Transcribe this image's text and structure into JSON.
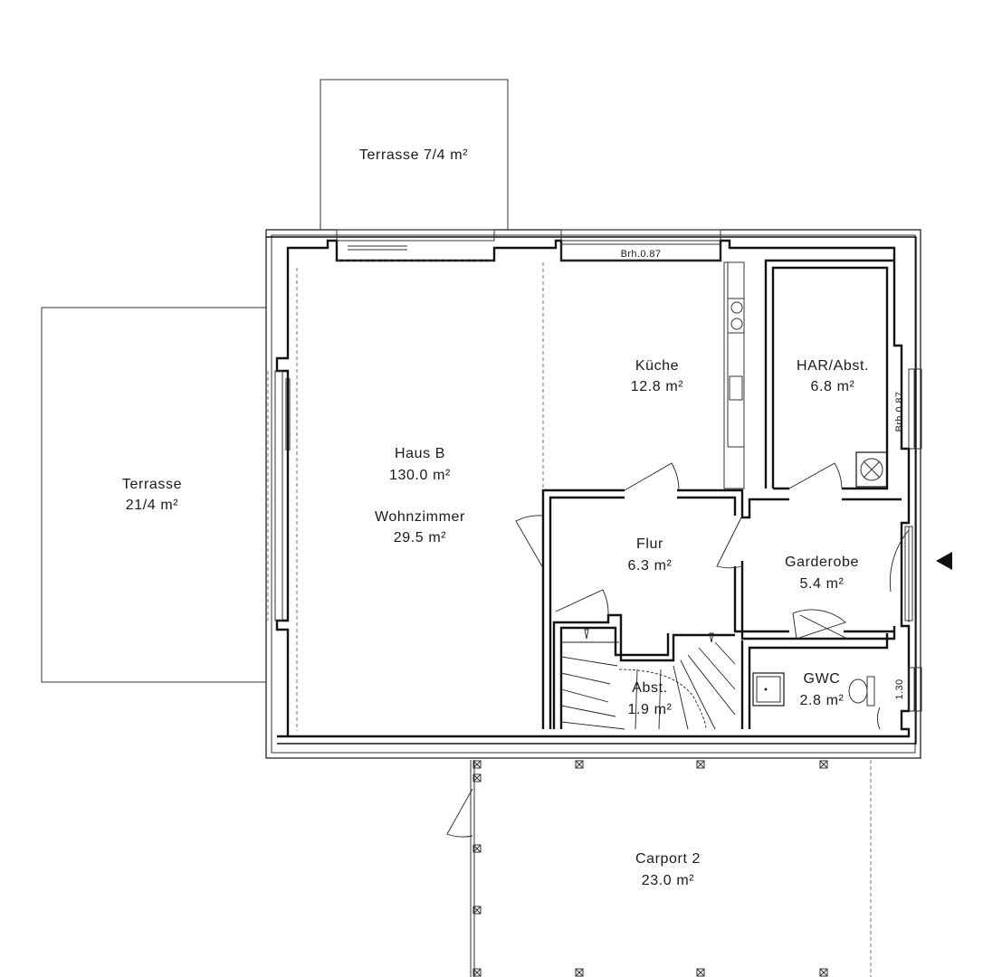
{
  "rooms": {
    "terrasse_top": {
      "name": "Terrasse 7/4 m²"
    },
    "terrasse_left": {
      "name": "Terrasse",
      "area": "21/4 m²"
    },
    "wohnzimmer": {
      "title": "Haus B",
      "total": "130.0 m²",
      "name": "Wohnzimmer",
      "area": "29.5 m²"
    },
    "kueche": {
      "name": "Küche",
      "area": "12.8 m²"
    },
    "har": {
      "name": "HAR/Abst.",
      "area": "6.8 m²"
    },
    "flur": {
      "name": "Flur",
      "area": "6.3 m²"
    },
    "garderobe": {
      "name": "Garderobe",
      "area": "5.4 m²"
    },
    "gwc": {
      "name": "GWC",
      "area": "2.8 m²"
    },
    "abst": {
      "name": "Abst.",
      "area": "1.9 m²"
    },
    "carport": {
      "name": "Carport 2",
      "area": "23.0 m²"
    }
  },
  "annotations": {
    "window_top": "Brh.0.87",
    "window_right": "Brh.0.87",
    "window_gwc": "1.30"
  },
  "icons": {
    "entrance": "entrance-arrow-icon",
    "ventilation": "ventilation-icon",
    "stove": "stove-icon",
    "sink": "sink-icon",
    "toilet": "toilet-icon",
    "washbasin": "washbasin-icon"
  },
  "colors": {
    "line": "#111111",
    "background": "#ffffff"
  }
}
